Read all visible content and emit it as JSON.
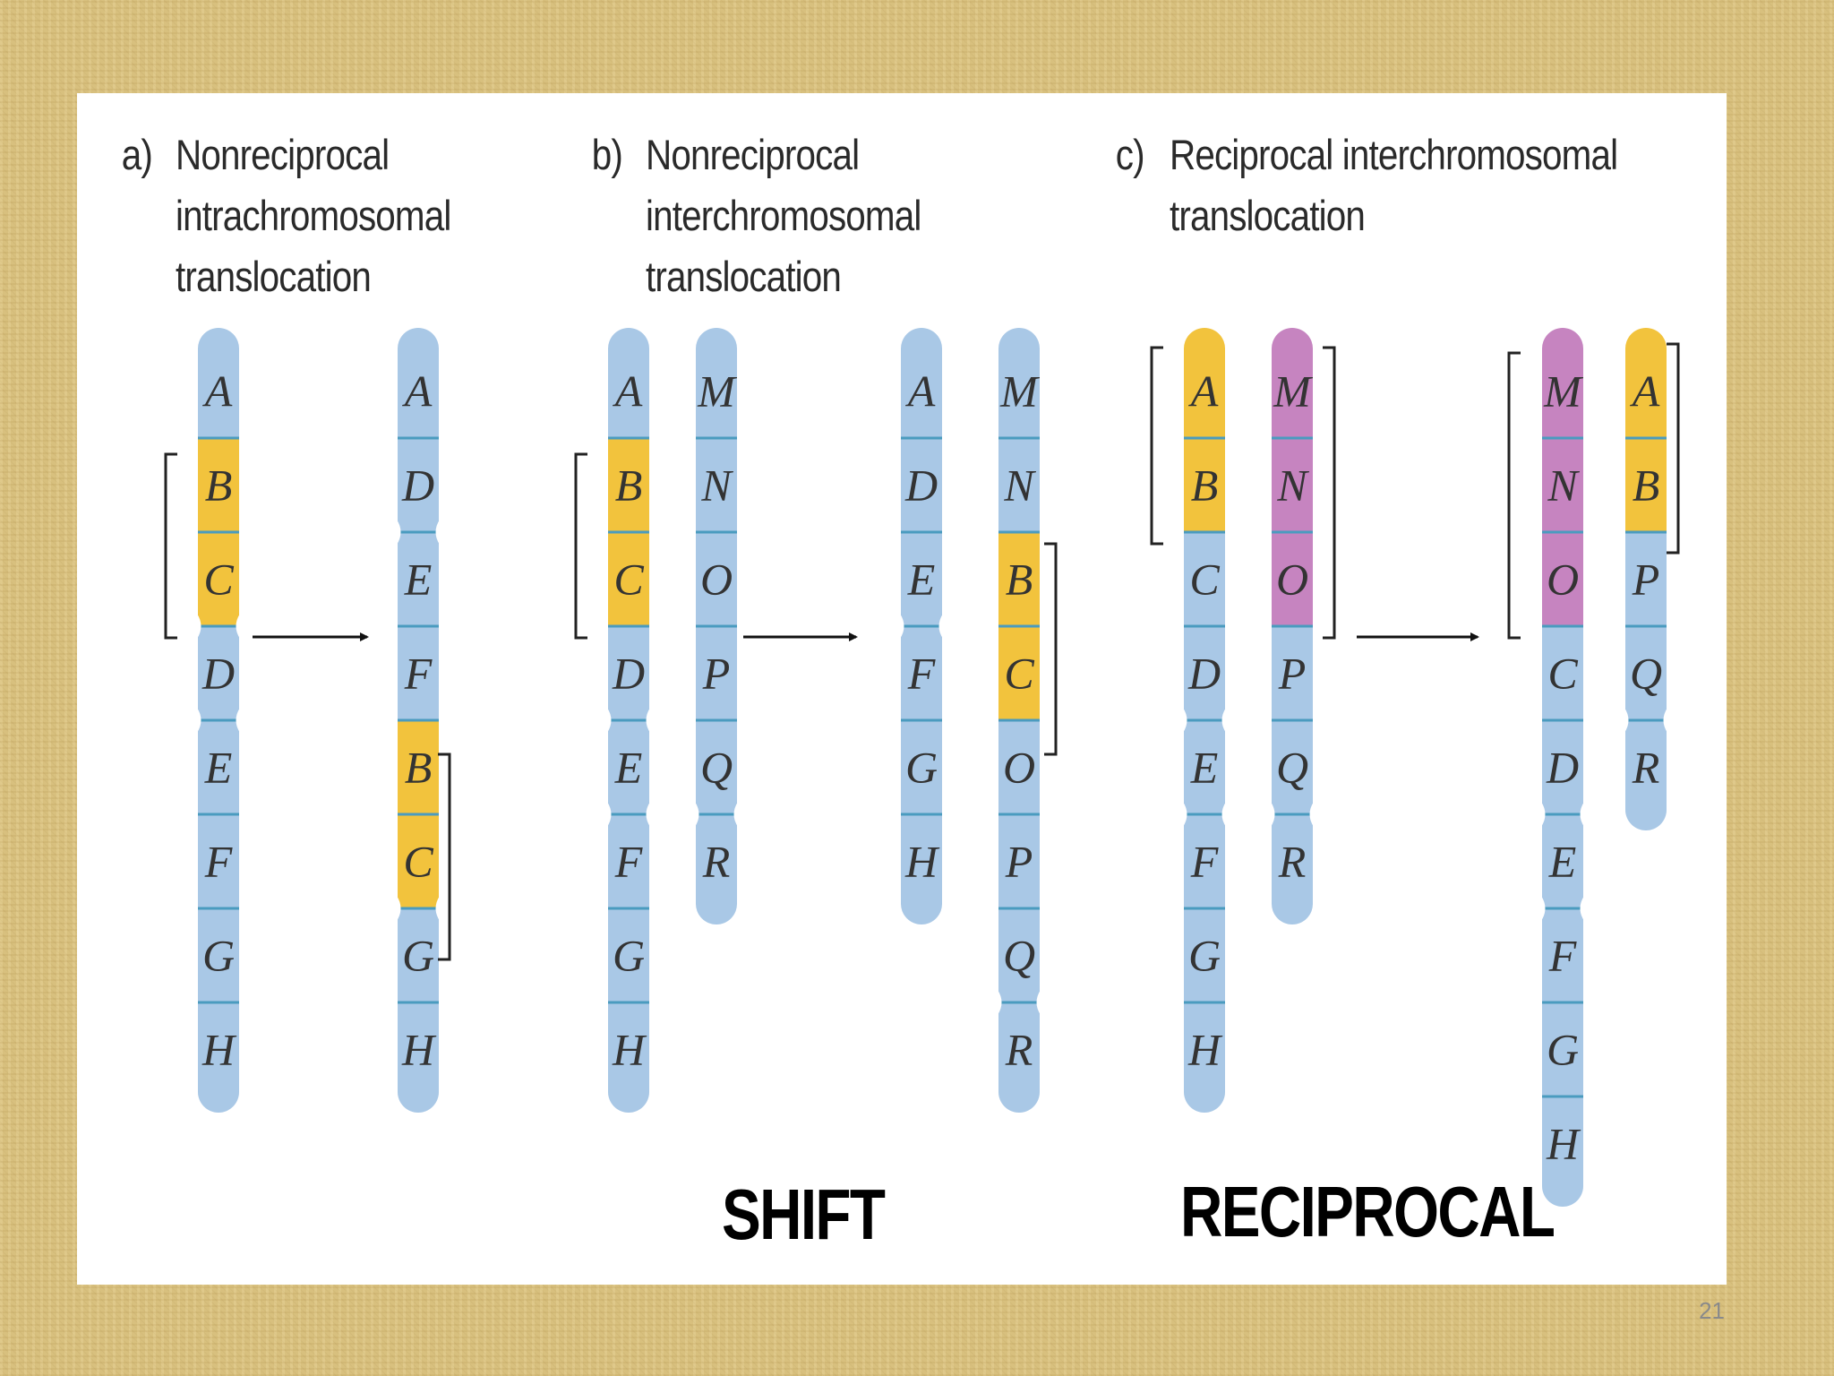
{
  "colors": {
    "blue": "#a9c8e6",
    "yellow": "#f2c33d",
    "magenta": "#c684c0",
    "band": "#4a9bbf",
    "background": "#d8c07e"
  },
  "headings": [
    {
      "label": "a)",
      "lines": [
        "Nonreciprocal",
        "intrachromosomal",
        "translocation"
      ]
    },
    {
      "label": "b)",
      "lines": [
        "Nonreciprocal",
        "interchromosomal",
        "translocation"
      ]
    },
    {
      "label": "c)",
      "lines": [
        "Reciprocal interchromosomal",
        "translocation"
      ]
    }
  ],
  "chromosomes": [
    {
      "id": "a-before",
      "segments": [
        [
          "A",
          "blue"
        ],
        [
          "B",
          "yellow"
        ],
        [
          "C",
          "yellow"
        ],
        [
          "D",
          "blue"
        ],
        [
          "E",
          "blue"
        ],
        [
          "F",
          "blue"
        ],
        [
          "G",
          "blue"
        ],
        [
          "H",
          "blue"
        ]
      ],
      "constrictions": [
        3,
        4
      ]
    },
    {
      "id": "a-after",
      "segments": [
        [
          "A",
          "blue"
        ],
        [
          "D",
          "blue"
        ],
        [
          "E",
          "blue"
        ],
        [
          "F",
          "blue"
        ],
        [
          "B",
          "yellow"
        ],
        [
          "C",
          "yellow"
        ],
        [
          "G",
          "blue"
        ],
        [
          "H",
          "blue"
        ]
      ],
      "constrictions": [
        2,
        6
      ]
    },
    {
      "id": "b-before-1",
      "segments": [
        [
          "A",
          "blue"
        ],
        [
          "B",
          "yellow"
        ],
        [
          "C",
          "yellow"
        ],
        [
          "D",
          "blue"
        ],
        [
          "E",
          "blue"
        ],
        [
          "F",
          "blue"
        ],
        [
          "G",
          "blue"
        ],
        [
          "H",
          "blue"
        ]
      ],
      "constrictions": [
        4,
        5
      ]
    },
    {
      "id": "b-before-2",
      "segments": [
        [
          "M",
          "blue"
        ],
        [
          "N",
          "blue"
        ],
        [
          "O",
          "blue"
        ],
        [
          "P",
          "blue"
        ],
        [
          "Q",
          "blue"
        ],
        [
          "R",
          "blue"
        ]
      ],
      "constrictions": [
        5
      ]
    },
    {
      "id": "b-after-1",
      "segments": [
        [
          "A",
          "blue"
        ],
        [
          "D",
          "blue"
        ],
        [
          "E",
          "blue"
        ],
        [
          "F",
          "blue"
        ],
        [
          "G",
          "blue"
        ],
        [
          "H",
          "blue"
        ]
      ],
      "constrictions": [
        3
      ]
    },
    {
      "id": "b-after-2",
      "segments": [
        [
          "M",
          "blue"
        ],
        [
          "N",
          "blue"
        ],
        [
          "B",
          "yellow"
        ],
        [
          "C",
          "yellow"
        ],
        [
          "O",
          "blue"
        ],
        [
          "P",
          "blue"
        ],
        [
          "Q",
          "blue"
        ],
        [
          "R",
          "blue"
        ]
      ],
      "constrictions": [
        7
      ]
    },
    {
      "id": "c-before-1",
      "segments": [
        [
          "A",
          "yellow"
        ],
        [
          "B",
          "yellow"
        ],
        [
          "C",
          "blue"
        ],
        [
          "D",
          "blue"
        ],
        [
          "E",
          "blue"
        ],
        [
          "F",
          "blue"
        ],
        [
          "G",
          "blue"
        ],
        [
          "H",
          "blue"
        ]
      ],
      "constrictions": [
        4,
        5
      ]
    },
    {
      "id": "c-before-2",
      "segments": [
        [
          "M",
          "magenta"
        ],
        [
          "N",
          "magenta"
        ],
        [
          "O",
          "magenta"
        ],
        [
          "P",
          "blue"
        ],
        [
          "Q",
          "blue"
        ],
        [
          "R",
          "blue"
        ]
      ],
      "constrictions": [
        5
      ]
    },
    {
      "id": "c-after-1",
      "segments": [
        [
          "M",
          "magenta"
        ],
        [
          "N",
          "magenta"
        ],
        [
          "O",
          "magenta"
        ],
        [
          "C",
          "blue"
        ],
        [
          "D",
          "blue"
        ],
        [
          "E",
          "blue"
        ],
        [
          "F",
          "blue"
        ],
        [
          "G",
          "blue"
        ],
        [
          "H",
          "blue"
        ]
      ],
      "constrictions": [
        5,
        6
      ]
    },
    {
      "id": "c-after-2",
      "segments": [
        [
          "A",
          "yellow"
        ],
        [
          "B",
          "yellow"
        ],
        [
          "P",
          "blue"
        ],
        [
          "Q",
          "blue"
        ],
        [
          "R",
          "blue"
        ]
      ],
      "constrictions": [
        4
      ]
    }
  ],
  "labels": {
    "shift": "SHIFT",
    "reciprocal": "RECIPROCAL"
  },
  "slide_number": "21"
}
